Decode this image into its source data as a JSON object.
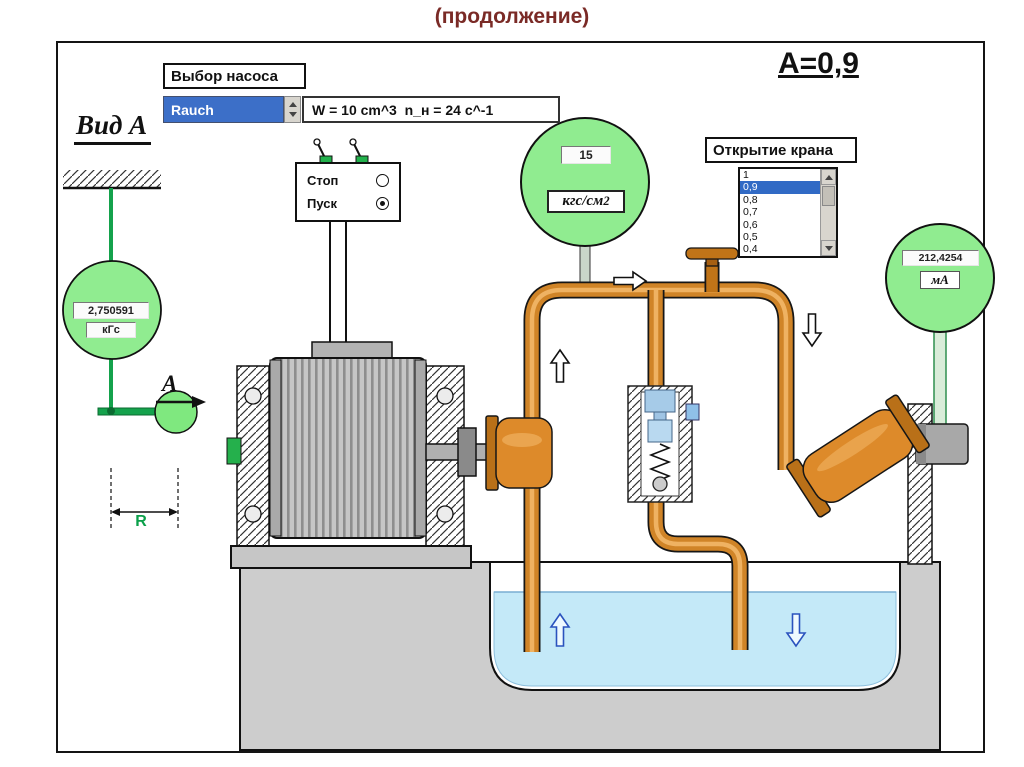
{
  "page": {
    "title": "(продолжение)",
    "coefficient": "А=0,9"
  },
  "pump_selector": {
    "label": "Выбор насоса",
    "selected": "Rauch",
    "params": "W = 10 cm^3  n_н = 24 c^-1"
  },
  "view_label": "Вид А",
  "force_gauge": {
    "value": "2,750591",
    "units": "кГс"
  },
  "lever": {
    "arrow_label": "А",
    "dimension_label": "R"
  },
  "motor_controls": {
    "stop": "Стоп",
    "start": "Пуск"
  },
  "pressure_gauge": {
    "value": "15",
    "units": "кгс/см",
    "units_sup": "2"
  },
  "valve_control": {
    "label": "Открытие крана",
    "items": [
      "1",
      "0,9",
      "0,8",
      "0,7",
      "0,6",
      "0,5",
      "0,4"
    ],
    "selected_index": 1
  },
  "current_gauge": {
    "value": "212,4254",
    "units": "мА"
  },
  "colors": {
    "gauge_green": "#90ec90",
    "pipe_orange": "#d08427",
    "water_blue": "#c4e9f8",
    "selection_blue": "#316ac5",
    "title_maroon": "#7a2a26",
    "lever_green": "#14a24c"
  }
}
